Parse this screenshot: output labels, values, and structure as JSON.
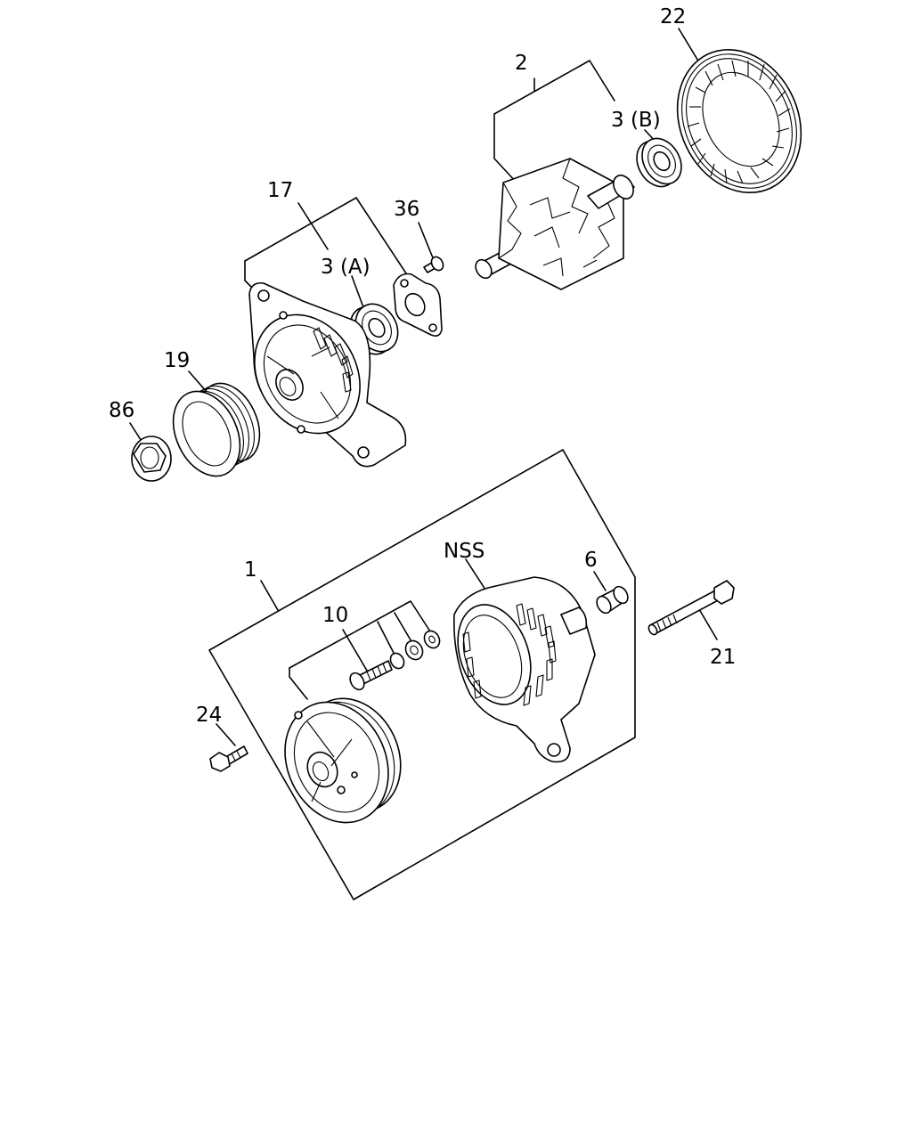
{
  "labels": {
    "l22": "22",
    "l2": "2",
    "l3b": "3 (B)",
    "l17": "17",
    "l36": "36",
    "l3a": "3 (A)",
    "l19": "19",
    "l86": "86",
    "l1": "1",
    "lnss": "NSS",
    "l6": "6",
    "l10": "10",
    "l21": "21",
    "l24": "24"
  }
}
